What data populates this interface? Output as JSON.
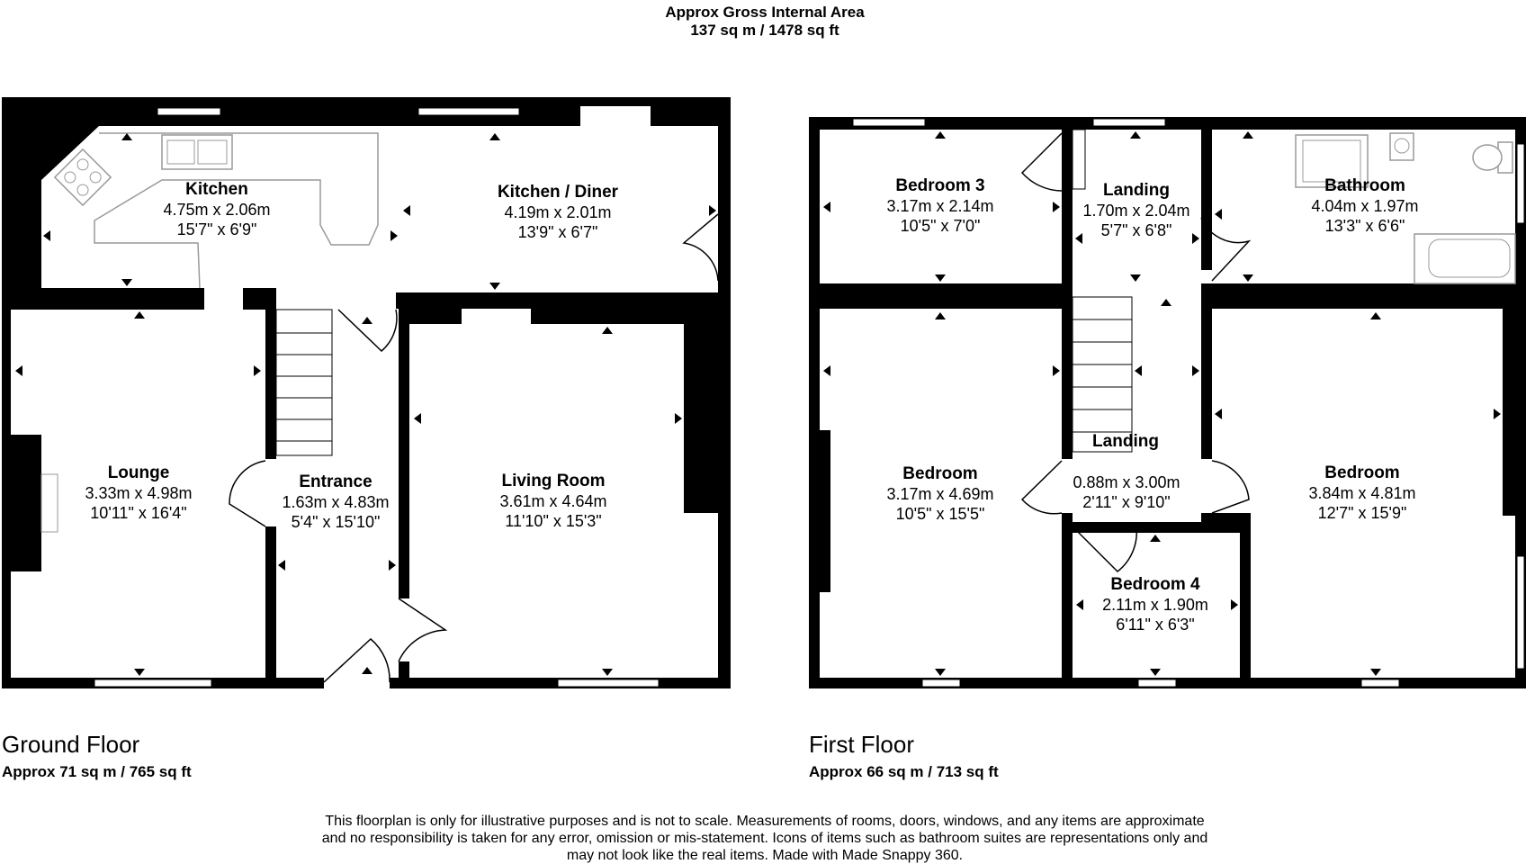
{
  "header": {
    "title": "Approx Gross Internal Area",
    "area": "137 sq m / 1478 sq ft"
  },
  "ground_floor": {
    "title": "Ground Floor",
    "area": "Approx 71 sq m / 765 sq ft",
    "rooms": {
      "kitchen": {
        "name": "Kitchen",
        "metric": "4.75m x 2.06m",
        "imperial": "15'7\" x 6'9\""
      },
      "kitchen_diner": {
        "name": "Kitchen / Diner",
        "metric": "4.19m x 2.01m",
        "imperial": "13'9\" x 6'7\""
      },
      "lounge": {
        "name": "Lounge",
        "metric": "3.33m x 4.98m",
        "imperial": "10'11\" x 16'4\""
      },
      "entrance": {
        "name": "Entrance",
        "metric": "1.63m x 4.83m",
        "imperial": "5'4\" x 15'10\""
      },
      "living_room": {
        "name": "Living Room",
        "metric": "3.61m x 4.64m",
        "imperial": "11'10\" x 15'3\""
      }
    }
  },
  "first_floor": {
    "title": "First Floor",
    "area": "Approx 66 sq m / 713 sq ft",
    "rooms": {
      "bedroom3": {
        "name": "Bedroom 3",
        "metric": "3.17m x 2.14m",
        "imperial": "10'5\" x 7'0\""
      },
      "landing_top": {
        "name": "Landing",
        "metric": "1.70m x 2.04m",
        "imperial": "5'7\" x 6'8\""
      },
      "bathroom": {
        "name": "Bathroom",
        "metric": "4.04m x 1.97m",
        "imperial": "13'3\" x 6'6\""
      },
      "bedroom_left": {
        "name": "Bedroom",
        "metric": "3.17m x 4.69m",
        "imperial": "10'5\" x 15'5\""
      },
      "landing_mid": {
        "name": "Landing",
        "metric": "0.88m x 3.00m",
        "imperial": "2'11\" x 9'10\""
      },
      "bedroom_right": {
        "name": "Bedroom",
        "metric": "3.84m x 4.81m",
        "imperial": "12'7\" x 15'9\""
      },
      "bedroom4": {
        "name": "Bedroom 4",
        "metric": "2.11m x 1.90m",
        "imperial": "6'11\" x 6'3\""
      }
    }
  },
  "disclaimer": {
    "line1": "This floorplan is only for illustrative purposes and is not to scale. Measurements of rooms, doors, windows, and any items are approximate",
    "line2": "and no responsibility is taken for any error, omission or mis-statement. Icons of items such as bathroom suites are representations only and",
    "line3": "may not look like the real items. Made with Made Snappy 360."
  },
  "colors": {
    "wall": "#000000",
    "fixture": "#999999",
    "background": "#ffffff"
  }
}
